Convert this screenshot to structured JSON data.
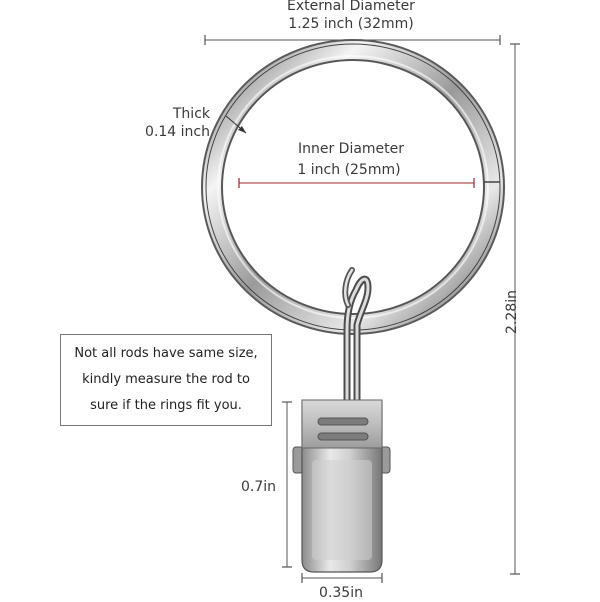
{
  "external_diameter": {
    "title": "External Diameter",
    "value": "1.25 inch (32mm)"
  },
  "thickness": {
    "title": "Thick",
    "value": "0.14 inch"
  },
  "inner_diameter": {
    "title": "Inner Diameter",
    "value": "1 inch (25mm)"
  },
  "total_height": "2.28in",
  "clip_height": "0.7in",
  "clip_width": "0.35in",
  "note": {
    "lines": [
      "Not all rods have same size,",
      "kindly measure the rod to",
      "sure if the rings fit you."
    ]
  },
  "colors": {
    "inner_line": "#a0262a",
    "dim_line": "#555555",
    "metal_light": "#f2f2f2",
    "metal_dark": "#8a8a8a"
  }
}
